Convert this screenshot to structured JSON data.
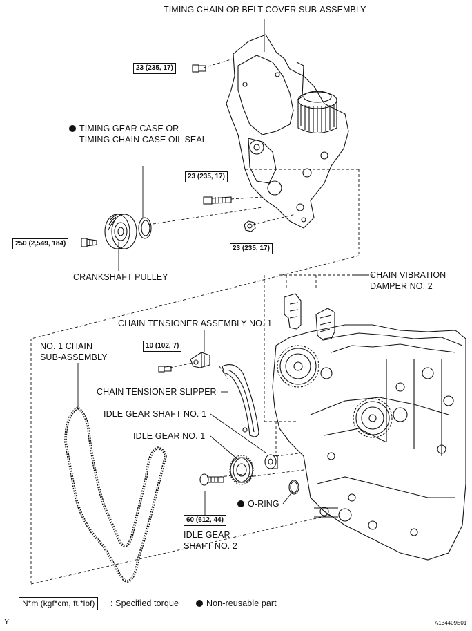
{
  "labels": {
    "cover": "TIMING CHAIN OR BELT COVER SUB-ASSEMBLY",
    "oil_seal_1": "TIMING GEAR CASE OR",
    "oil_seal_2": "TIMING CHAIN CASE OIL SEAL",
    "crank_pulley": "CRANKSHAFT PULLEY",
    "damper_1": "CHAIN VIBRATION",
    "damper_2": "DAMPER NO. 2",
    "tensioner": "CHAIN TENSIONER ASSEMBLY NO. 1",
    "chain_1": "NO. 1 CHAIN",
    "chain_2": "SUB-ASSEMBLY",
    "slipper": "CHAIN TENSIONER SLIPPER",
    "idle_shaft_1": "IDLE GEAR SHAFT NO. 1",
    "idle_gear_1": "IDLE GEAR NO. 1",
    "oring": "O-RING",
    "idle_shaft_2a": "IDLE GEAR",
    "idle_shaft_2b": "SHAFT NO. 2"
  },
  "torques": {
    "cover_bolt": "23 (235, 17)",
    "case_bolt": "23 (235, 17)",
    "case_nut": "23 (235, 17)",
    "pulley_bolt": "250 (2,549, 184)",
    "tensioner_bolt": "10 (102, 7)",
    "idle_bolt": "60 (612, 44)"
  },
  "legend": {
    "torque_unit": "N*m (kgf*cm, ft.*lbf)",
    "torque_text": ": Specified torque",
    "nonreusable": "Non-reusable part"
  },
  "footer": {
    "left_mark": "Y",
    "figure_id": "A134409E01"
  }
}
